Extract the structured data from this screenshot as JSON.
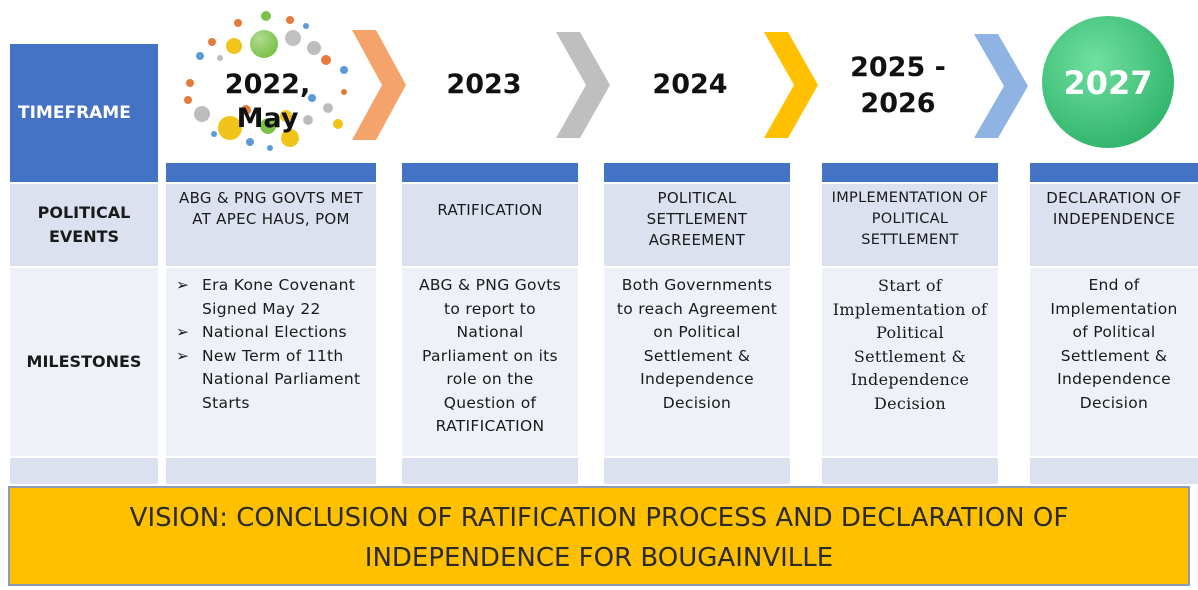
{
  "labels": {
    "timeframe": "TIMEFRAME",
    "political_events": "POLITICAL\nEVENTS",
    "milestones": "MILESTONES"
  },
  "columns": [
    {
      "year": "2022, May",
      "event": "ABG & PNG GOVTS MET AT APEC HAUS, POM",
      "milestones": [
        "Era Kone Covenant Signed May 22",
        "National Elections",
        "New Term of 11th National Parliament Starts"
      ]
    },
    {
      "year": "2023",
      "event": "RATIFICATION",
      "milestone_text": "ABG & PNG Govts to report to National Parliament on its role on the Question of RATIFICATION"
    },
    {
      "year": "2024",
      "event": "POLITICAL SETTLEMENT AGREEMENT",
      "milestone_text": "Both Governments to reach Agreement on Political Settlement & Independence Decision"
    },
    {
      "year": "2025 - 2026",
      "event": "IMPLEMENTATION OF POLITICAL SETTLEMENT",
      "milestone_text": "Start of Implementation of Political Settlement & Independence Decision"
    },
    {
      "year": "2027",
      "event": "DECLARATION OF INDEPENDENCE",
      "milestone_text": "End of Implementation of Political Settlement & Independence Decision"
    }
  ],
  "vision": "VISION: CONCLUSION OF RATIFICATION PROCESS AND DECLARATION OF INDEPENDENCE FOR BOUGAINVILLE",
  "colors": {
    "header_blue": "#4472c4",
    "row_light": "#dbe1ef",
    "chevron_1": "#f4a46a",
    "chevron_2": "#bfbfbf",
    "chevron_3": "#ffc000",
    "chevron_4": "#8fb4e3",
    "circle_green": "#3cc47c",
    "vision_bg": "#ffc000"
  },
  "icons": {
    "chevron": "chevron-right-icon",
    "bubbles": "colored-dots-decoration",
    "bullet": "arrow-bullet-icon"
  }
}
